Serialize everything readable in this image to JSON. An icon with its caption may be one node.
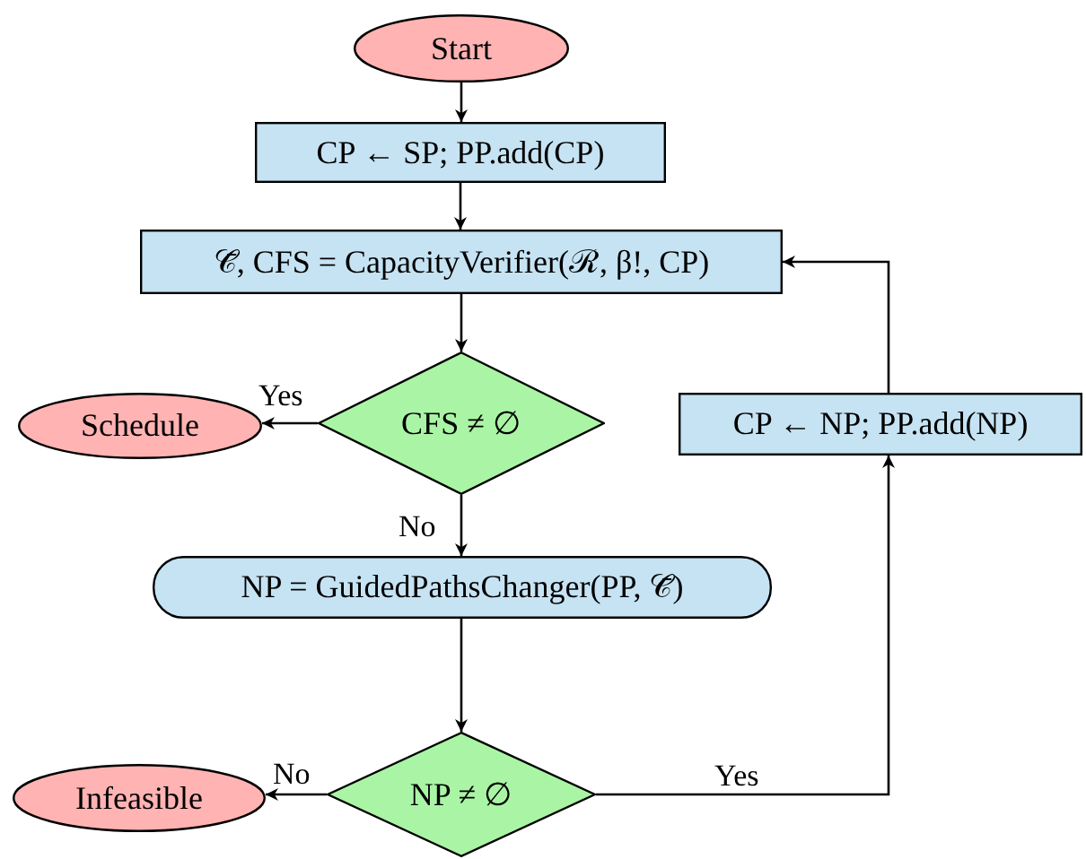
{
  "diagram": {
    "nodes": [
      {
        "text": [
          "Start"
        ]
      },
      {
        "text": [
          "CP ← SP; PP.add(CP)"
        ]
      },
      {
        "text": [
          "𝒞̄, CFS = CapacityVerifier(ℛ, β!, CP)"
        ]
      },
      {
        "text": [
          "CFS ≠ ∅"
        ]
      },
      {
        "text": [
          "Schedule"
        ]
      },
      {
        "text": [
          "NP = GuidedPathsChanger(PP, 𝒞̄)"
        ]
      },
      {
        "text": [
          "NP ≠ ∅"
        ]
      },
      {
        "text": [
          "Infeasible"
        ]
      },
      {
        "text": [
          "CP ← NP; PP.add(NP)"
        ]
      }
    ],
    "edges": [
      {
        "from": 0,
        "to": 1,
        "arrow": "to"
      },
      {
        "from": 1,
        "to": 2,
        "arrow": "to"
      },
      {
        "from": 2,
        "to": 3,
        "arrow": "to"
      },
      {
        "from": 3,
        "to": 4,
        "arrow": "to",
        "label": "Yes"
      },
      {
        "from": 3,
        "to": 5,
        "arrow": "to",
        "label": "No"
      },
      {
        "from": 5,
        "to": 6,
        "arrow": "to"
      },
      {
        "from": 6,
        "to": 7,
        "arrow": "to",
        "label": "No"
      },
      {
        "from": 6,
        "to": 8,
        "arrow": "to",
        "label": "Yes"
      },
      {
        "from": 8,
        "to": 2,
        "arrow": "to"
      }
    ]
  }
}
